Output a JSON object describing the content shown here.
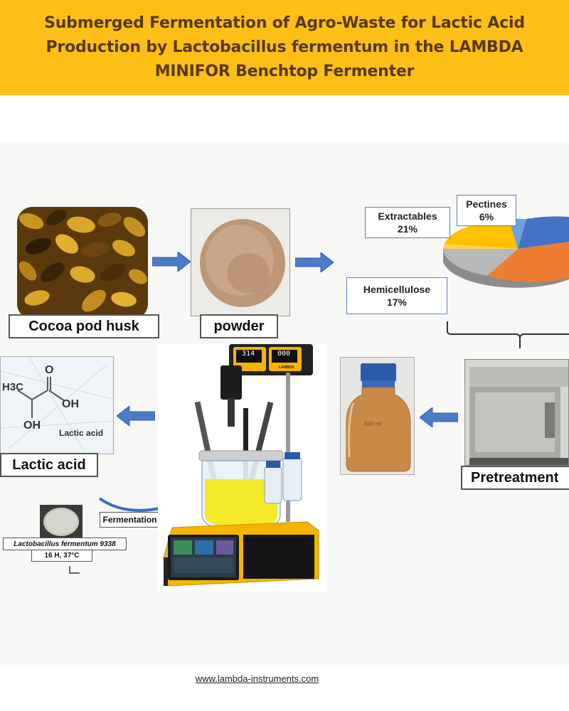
{
  "header": {
    "title": "Submerged Fermentation of Agro-Waste for Lactic Acid Production by Lactobacillus fermentum in the LAMBDA MINIFOR Benchtop Fermenter"
  },
  "diagram": {
    "steps": {
      "cocoa": "Cocoa pod husk",
      "powder": "powder",
      "pretreatment": "Pretreatment",
      "lactic": "Lactic acid",
      "fermentation": "Fermentation"
    },
    "pie": {
      "pectines": {
        "name": "Pectines",
        "value": "6%"
      },
      "extractables": {
        "name": "Extractables",
        "value": "21%"
      },
      "hemicellulose": {
        "name": "Hemicellulose",
        "value": "17%"
      }
    },
    "molecule": {
      "o_label": "O",
      "oh_label_1": "OH",
      "oh_label_2": "OH",
      "ch3_label": "H3C",
      "name": "Lactic acid"
    },
    "culture": {
      "strain": "Lactobacillus fermentum 9338",
      "conditions": "16 H, 37°C"
    },
    "fermenter": {
      "display_1": "314",
      "display_2": "000",
      "brand": "LAMBDA"
    },
    "bottle": {
      "volume": "500 ml"
    }
  },
  "colors": {
    "header_bg": "#fcbf17",
    "header_text": "#5a3812",
    "arrow_blue": "#4a7cc7",
    "fermenter_yellow": "#f6b400",
    "pie_blue": "#4472c4",
    "pie_orange": "#ed7d31",
    "pie_gray": "#a5a5a5",
    "pie_yellow": "#ffc000"
  },
  "footer": {
    "url": "www.lambda-instruments.com"
  }
}
